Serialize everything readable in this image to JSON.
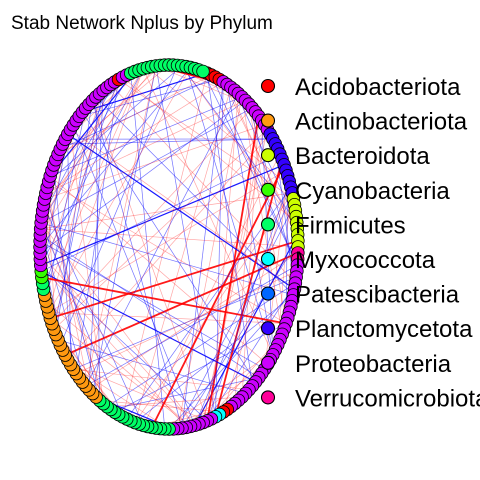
{
  "title": "Stab Network Nplus by Phylum",
  "legend": [
    {
      "label": "Acidobacteriota",
      "color": "#ff0000"
    },
    {
      "label": "Actinobacteriota",
      "color": "#ff9910"
    },
    {
      "label": "Bacteroidota",
      "color": "#ccff00"
    },
    {
      "label": "Cyanobacteria",
      "color": "#33ff00"
    },
    {
      "label": "Firmicutes",
      "color": "#00ff66"
    },
    {
      "label": "Myxococcota",
      "color": "#00ffff"
    },
    {
      "label": "Patescibacteria",
      "color": "#0066ff"
    },
    {
      "label": "Planctomycetota",
      "color": "#3300ff"
    },
    {
      "label": "Proteobacteria",
      "color": "#cc00ff"
    },
    {
      "label": "Verrucomicrobiota",
      "color": "#ff0099"
    }
  ],
  "network": {
    "layout": "circle",
    "node_count": 188,
    "edge_colors": {
      "positive": "#ff0000",
      "negative": "#0000ff"
    },
    "node_groups": [
      {
        "phylum": "Acidobacteriota",
        "count": 4
      },
      {
        "phylum": "Proteobacteria",
        "count": 14
      },
      {
        "phylum": "Planctomycetota",
        "count": 12
      },
      {
        "phylum": "Bacteroidota",
        "count": 9
      },
      {
        "phylum": "Verrucomicrobiota",
        "count": 2
      },
      {
        "phylum": "Proteobacteria",
        "count": 30
      },
      {
        "phylum": "Acidobacteriota",
        "count": 2
      },
      {
        "phylum": "Myxococcota",
        "count": 2
      },
      {
        "phylum": "Proteobacteria",
        "count": 10
      },
      {
        "phylum": "Firmicutes",
        "count": 18
      },
      {
        "phylum": "Actinobacteriota",
        "count": 22
      },
      {
        "phylum": "Firmicutes",
        "count": 2
      },
      {
        "phylum": "Cyanobacteria",
        "count": 2
      },
      {
        "phylum": "Proteobacteria",
        "count": 38
      },
      {
        "phylum": "Acidobacteriota",
        "count": 1
      },
      {
        "phylum": "Proteobacteria",
        "count": 2
      },
      {
        "phylum": "Firmicutes",
        "count": 18
      }
    ]
  }
}
